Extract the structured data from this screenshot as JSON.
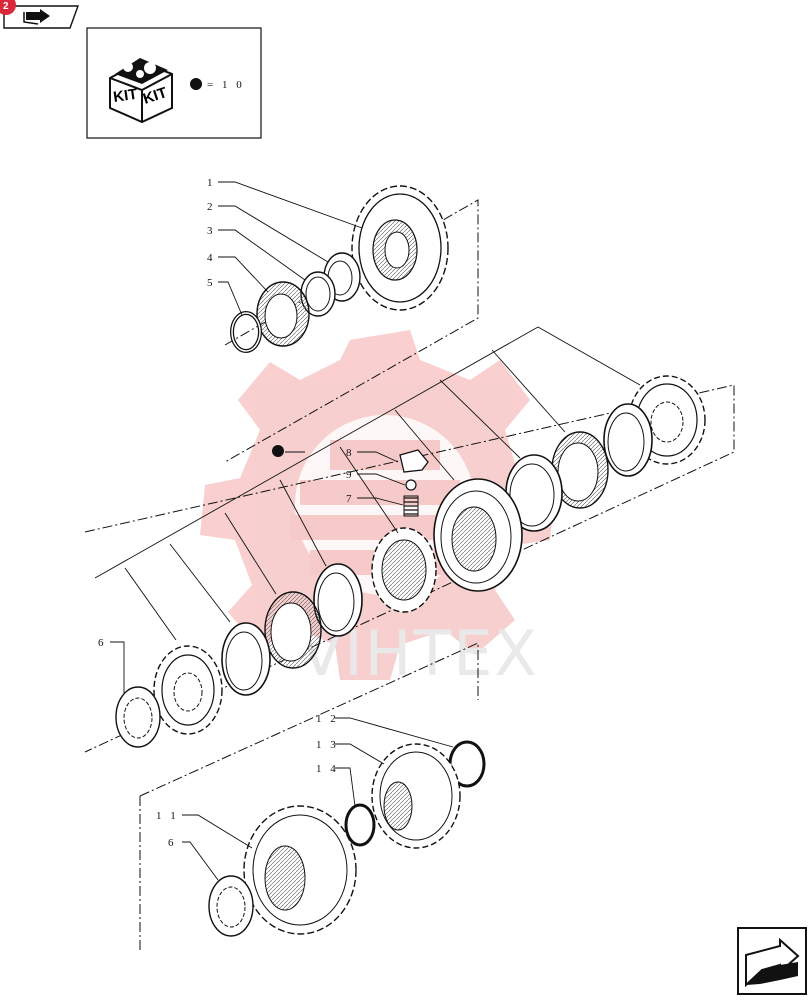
{
  "header": {
    "badge": "2",
    "tab_icon": "open-book-arrow-icon"
  },
  "kit_box": {
    "kit_label_left": "KIT",
    "kit_label_right": "KIT",
    "note": "= 1 0"
  },
  "callouts": {
    "p1": "1",
    "p2": "2",
    "p3": "3",
    "p4": "4",
    "p5": "5",
    "p6a": "6",
    "p6b": "6",
    "p7": "7",
    "p8": "8",
    "p9": "9",
    "p11": "1 1",
    "p12": "1 2",
    "p13": "1 3",
    "p14": "1 4"
  },
  "watermark": {
    "text": "VIHTEX",
    "color": "#e84848"
  },
  "footer": {
    "next_icon": "next-page-arrow-icon"
  },
  "colors": {
    "ink": "#111111",
    "badge": "#d9293a",
    "watermark": "#f4b0b0"
  }
}
